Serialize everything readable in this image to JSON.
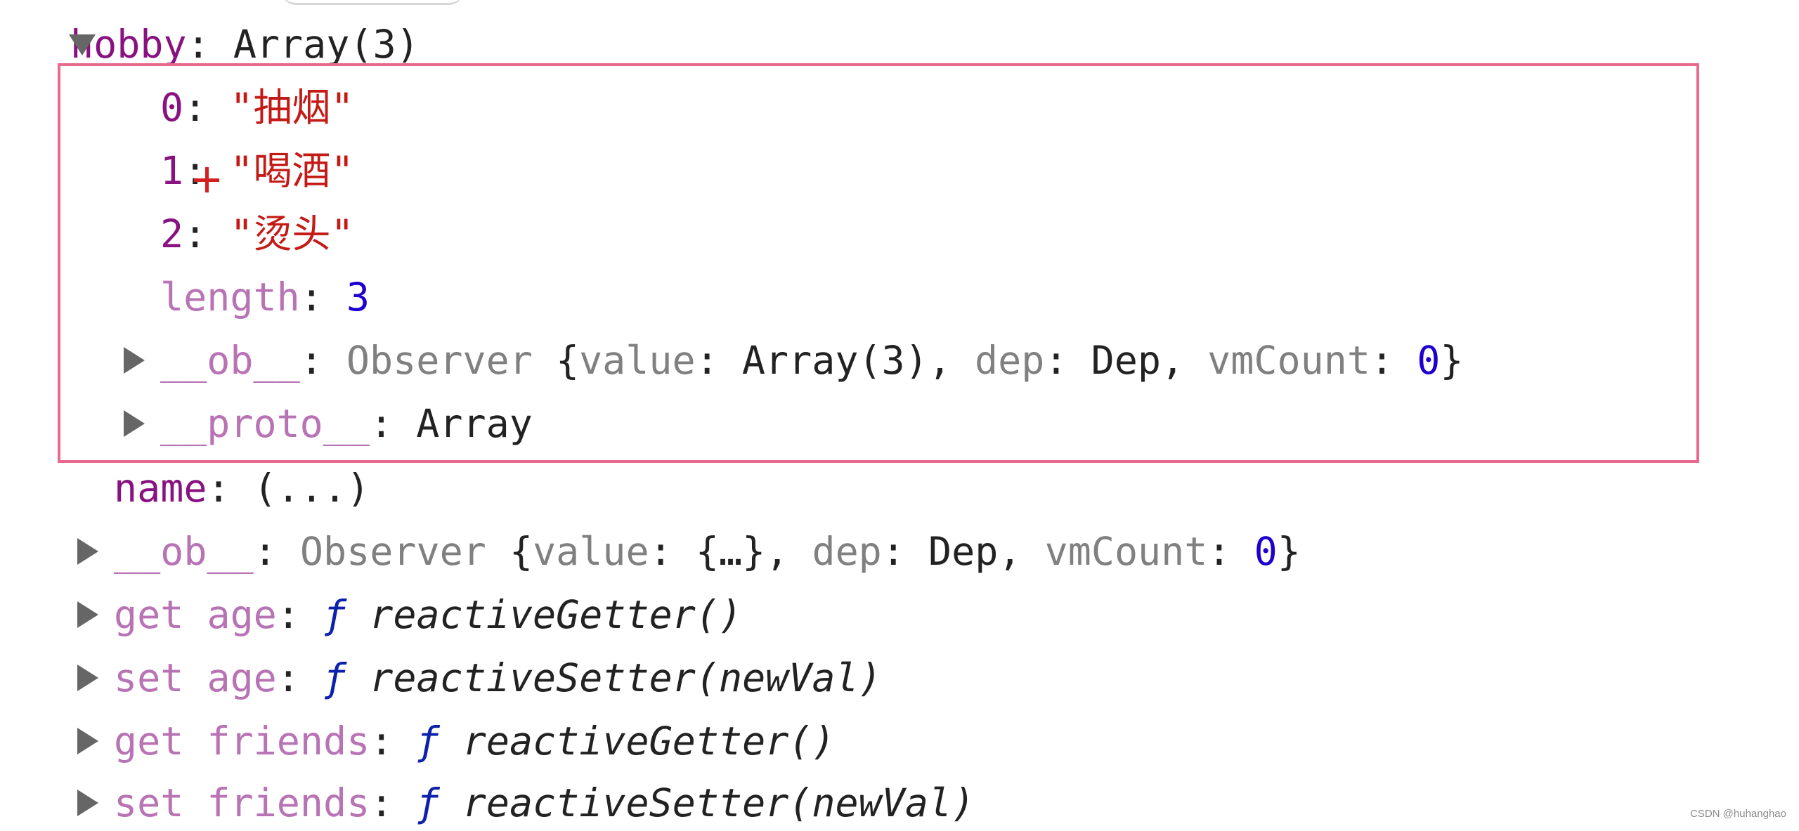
{
  "hobby": {
    "key": "hobby",
    "sep": ": ",
    "value": "Array(3)",
    "items": [
      {
        "index": "0",
        "sep": ": ",
        "value": "\"抽烟\""
      },
      {
        "index": "1",
        "sep": ": ",
        "value": "\"喝酒\""
      },
      {
        "index": "2",
        "sep": ": ",
        "value": "\"烫头\""
      }
    ],
    "length": {
      "key": "length",
      "sep": ": ",
      "value": "3"
    },
    "ob": {
      "key": "__ob__",
      "sep": ": ",
      "type": "Observer",
      "open": " {",
      "k1": "value",
      "s1": ": ",
      "v1": "Array(3)",
      "c1": ", ",
      "k2": "dep",
      "s2": ": ",
      "v2": "Dep",
      "c2": ", ",
      "k3": "vmCount",
      "s3": ": ",
      "v3": "0",
      "close": "}"
    },
    "proto": {
      "key": "__proto__",
      "sep": ": ",
      "value": "Array"
    }
  },
  "name": {
    "key": "name",
    "sep": ": ",
    "value": "(...)"
  },
  "ob": {
    "key": "__ob__",
    "sep": ": ",
    "type": "Observer",
    "open": " {",
    "k1": "value",
    "s1": ": ",
    "v1": "{…}",
    "c1": ", ",
    "k2": "dep",
    "s2": ": ",
    "v2": "Dep",
    "c2": ", ",
    "k3": "vmCount",
    "s3": ": ",
    "v3": "0",
    "close": "}"
  },
  "accessors": [
    {
      "key": "get age",
      "sep": ": ",
      "f": "ƒ",
      "fn": " reactiveGetter()"
    },
    {
      "key": "set age",
      "sep": ": ",
      "f": "ƒ",
      "fn": " reactiveSetter(newVal)"
    },
    {
      "key": "get friends",
      "sep": ": ",
      "f": "ƒ",
      "fn": " reactiveGetter()"
    },
    {
      "key": "set friends",
      "sep": ": ",
      "f": "ƒ",
      "fn": " reactiveSetter(newVal)"
    }
  ],
  "watermark": "CSDN @huhanghao",
  "colors": {
    "key": "#881280",
    "string": "#c41a16",
    "number": "#1c00cf",
    "highlight_border": "#e86a8e"
  }
}
